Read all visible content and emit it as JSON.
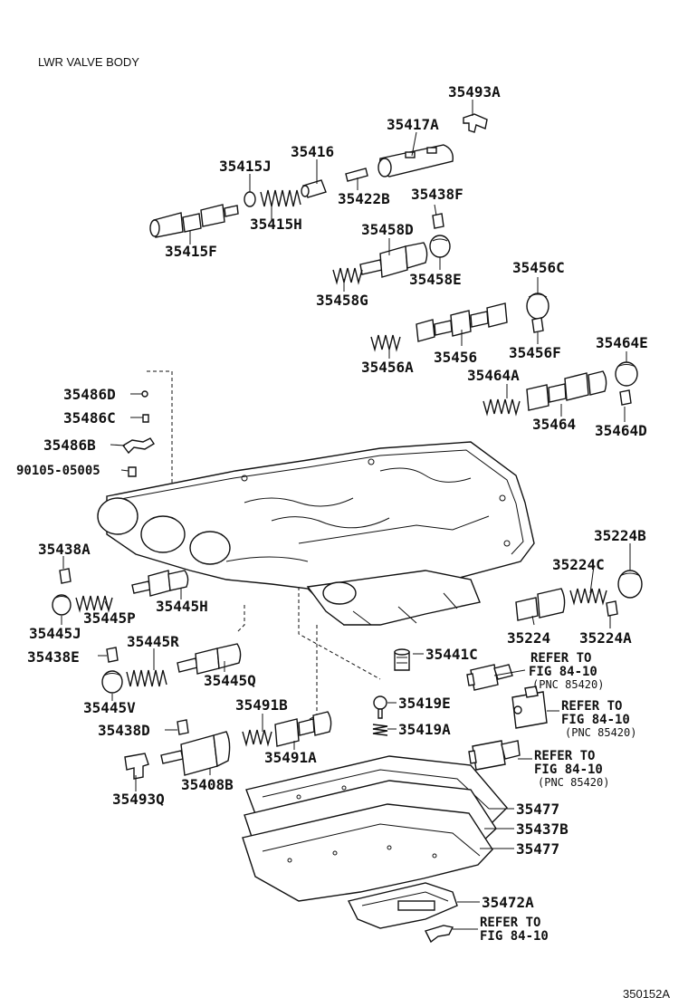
{
  "title": "LWR VALVE BODY",
  "diagram_code": "350152A",
  "parts": [
    "35493A",
    "35417A",
    "35416",
    "35415J",
    "35422B",
    "35438F",
    "35415H",
    "35458D",
    "35415F",
    "35458E",
    "35458G",
    "35456C",
    "35456",
    "35456F",
    "35456A",
    "35464E",
    "35464A",
    "35486D",
    "35464",
    "35464D",
    "35486C",
    "35486B",
    "90105-05005",
    "35438A",
    "35224B",
    "35224C",
    "35445H",
    "35445J",
    "35445P",
    "35224",
    "35224A",
    "35438E",
    "35445R",
    "35441C",
    "35445Q",
    "35445V",
    "35491B",
    "35419E",
    "35438D",
    "35419A",
    "35491A",
    "35408B",
    "35493Q",
    "35477",
    "35437B",
    "35477",
    "35472A"
  ],
  "references": [
    {
      "line1": "REFER TO",
      "line2": "FIG 84-10",
      "line3": "(PNC 85420)"
    },
    {
      "line1": "REFER TO",
      "line2": "FIG 84-10",
      "line3": "(PNC 85420)"
    },
    {
      "line1": "REFER TO",
      "line2": "FIG 84-10",
      "line3": "(PNC 85420)"
    },
    {
      "line1": "REFER TO",
      "line2": "FIG 84-10",
      "line3": ""
    }
  ]
}
